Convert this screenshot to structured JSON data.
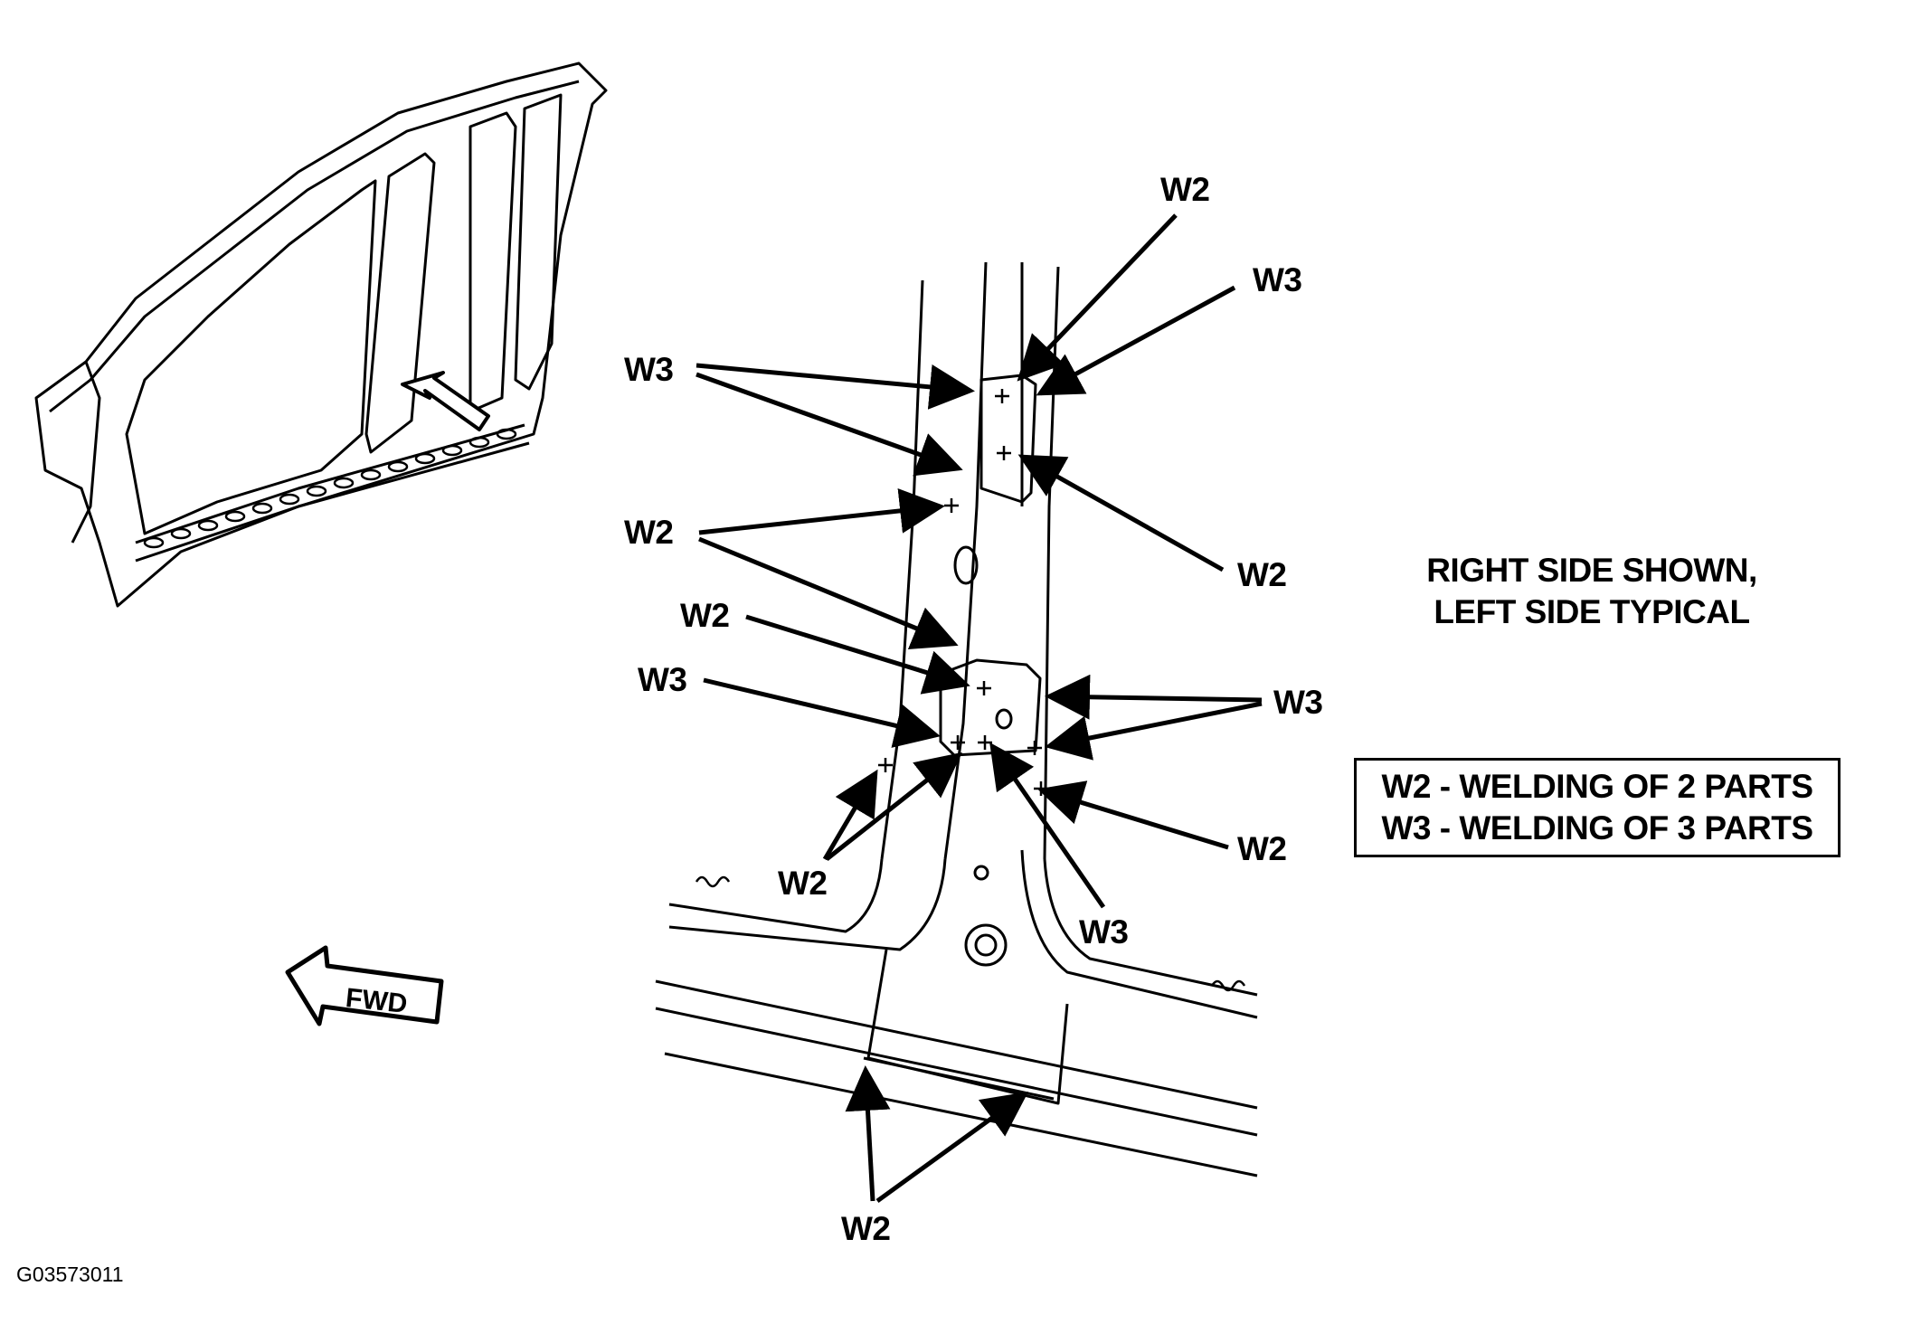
{
  "diagram": {
    "note_line1": "RIGHT SIDE SHOWN,",
    "note_line2": "LEFT SIDE TYPICAL",
    "legend": [
      "W2 - WELDING OF 2 PARTS",
      "W3 - WELDING OF 3 PARTS"
    ],
    "direction_label": "FWD",
    "figure_id": "G03573011",
    "callouts": {
      "top_w2": "W2",
      "top_w3": "W3",
      "upper_left_w3": "W3",
      "upper_right_w2": "W2",
      "mid_left_w2": "W2",
      "center_w2": "W2",
      "lower_left_w3": "W3",
      "lower_right_w3": "W3",
      "lower_right_w2": "W2",
      "bottom_left_w2": "W2",
      "bottom_center_w3": "W3",
      "rocker_w2": "W2"
    }
  }
}
